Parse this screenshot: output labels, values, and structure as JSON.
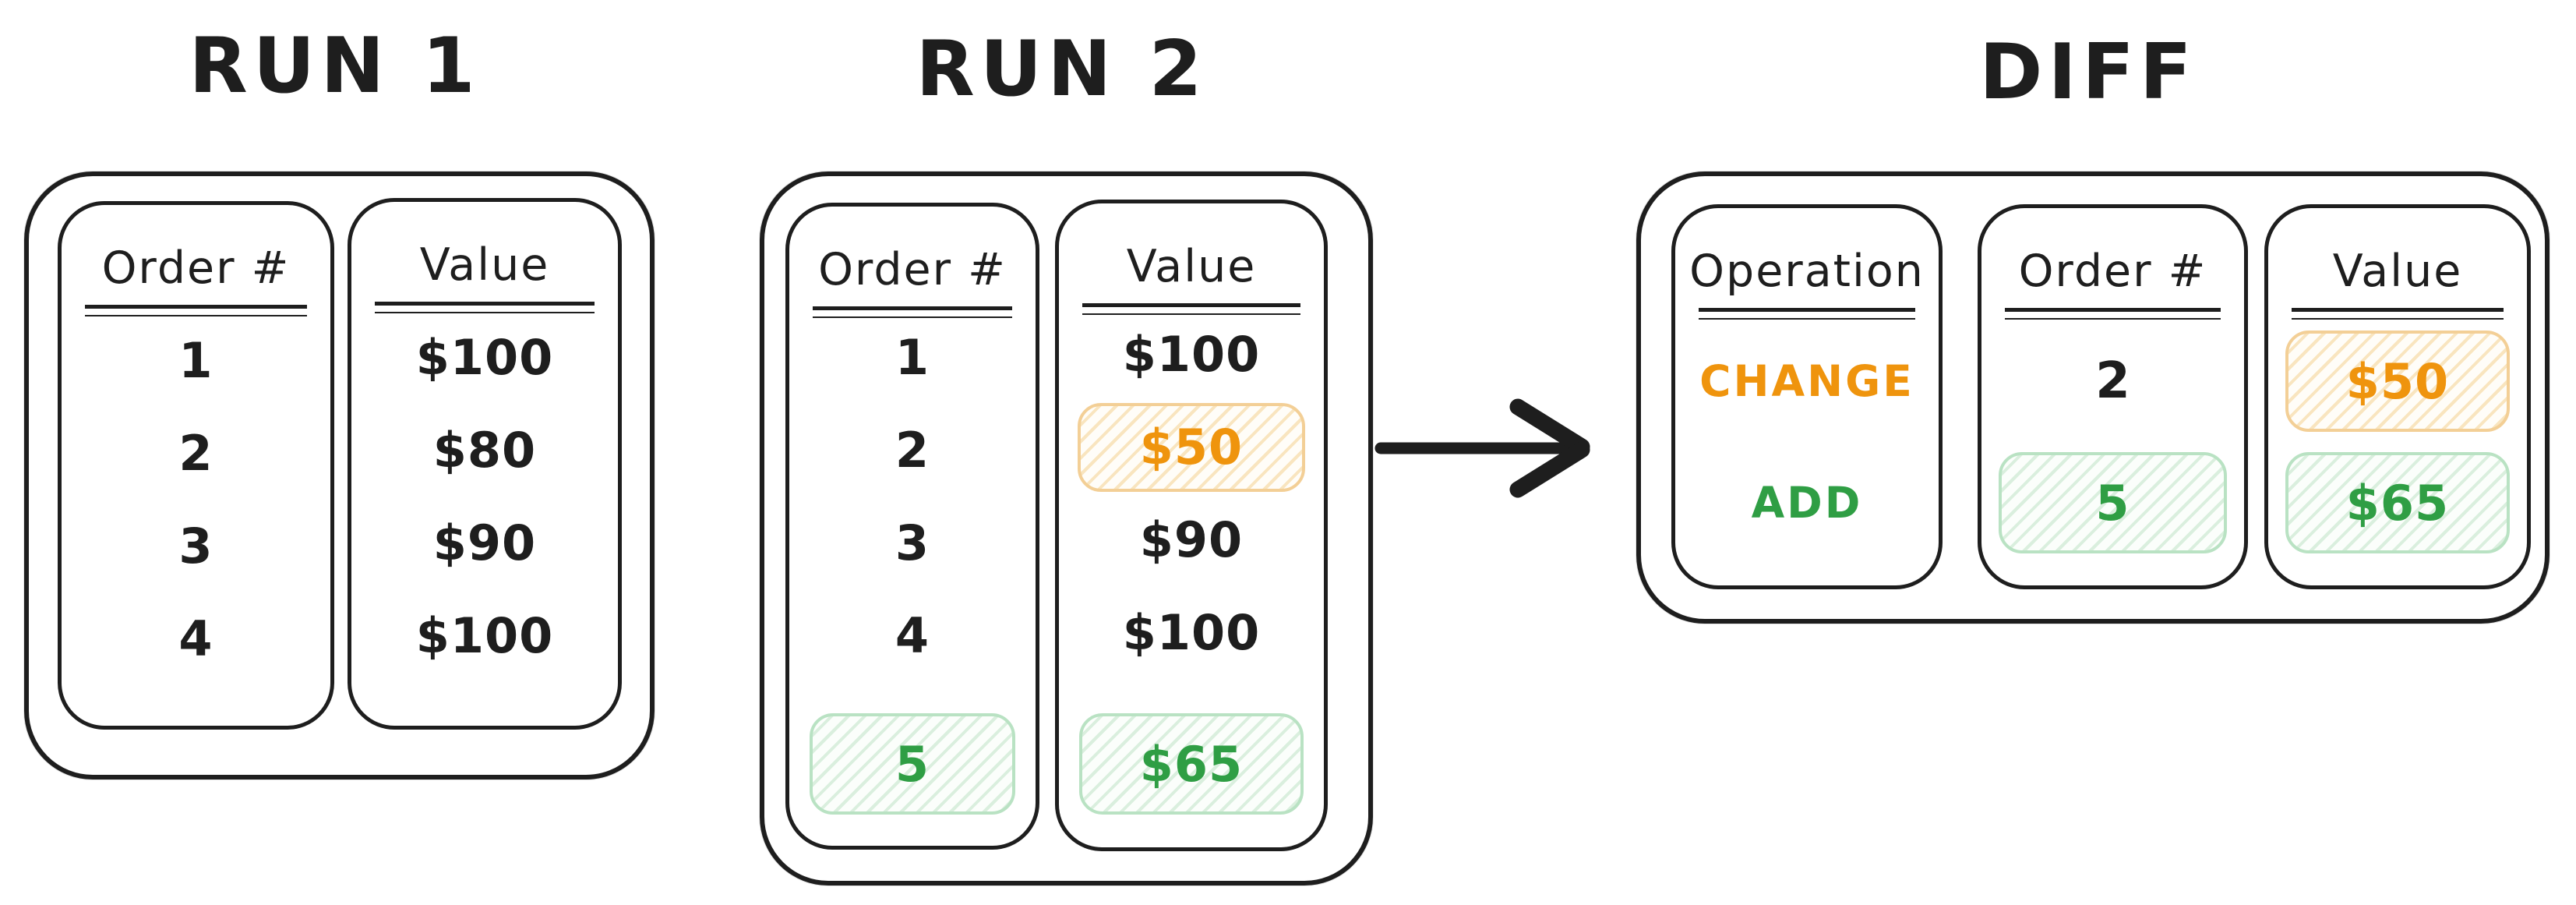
{
  "colors": {
    "canvas": "#ffffff",
    "ink": "#1e1e1e",
    "orange_text": "#ef940d",
    "orange_border": "#f3cf96",
    "orange_hatch": "#f9e5bf",
    "green_text": "#2f9e44",
    "green_border": "#b9e2c3",
    "green_hatch": "#daefde"
  },
  "icons": {
    "flow_arrow": "arrow-right"
  },
  "run1": {
    "title": "RUN 1",
    "order_header": "Order #",
    "value_header": "Value",
    "orders": [
      "1",
      "2",
      "3",
      "4"
    ],
    "values": [
      "$100",
      "$80",
      "$90",
      "$100"
    ]
  },
  "run2": {
    "title": "RUN 2",
    "order_header": "Order #",
    "value_header": "Value",
    "orders": [
      "1",
      "2",
      "3",
      "4",
      "5"
    ],
    "values": [
      "$100",
      "$50",
      "$90",
      "$100",
      "$65"
    ]
  },
  "diff": {
    "title": "DIFF",
    "operation_header": "Operation",
    "order_header": "Order #",
    "value_header": "Value",
    "rows": [
      {
        "operation": "CHANGE",
        "order": "2",
        "value": "$50"
      },
      {
        "operation": "ADD",
        "order": "5",
        "value": "$65"
      }
    ]
  }
}
